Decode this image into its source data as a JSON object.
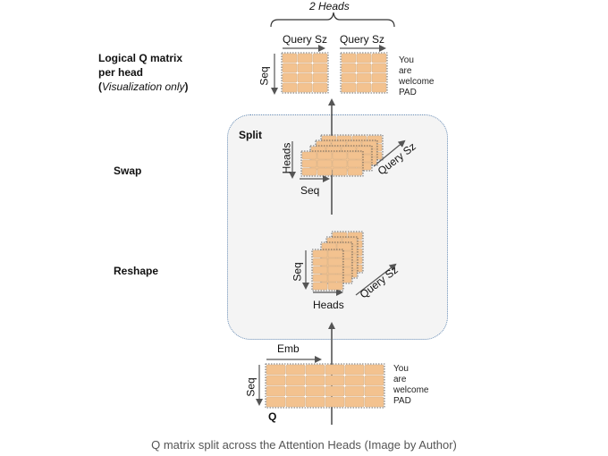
{
  "left_labels": {
    "logical_line1": "Logical Q matrix",
    "logical_line2": "per head",
    "logical_paren_open": "(",
    "logical_vis": "Visualization only",
    "logical_paren_close": ")",
    "swap": "Swap",
    "reshape": "Reshape"
  },
  "top": {
    "heads_label": "2 Heads",
    "query_sz_1": "Query Sz",
    "query_sz_2": "Query Sz",
    "seq": "Seq",
    "pad_lines": [
      "You",
      "are",
      "welcome",
      "PAD"
    ]
  },
  "split": {
    "title": "Split",
    "swap_heads": "Heads",
    "swap_seq": "Seq",
    "swap_query": "Query Sz",
    "reshape_seq": "Seq",
    "reshape_heads": "Heads",
    "reshape_query": "Query Sz"
  },
  "bottom": {
    "emb": "Emb",
    "seq": "Seq",
    "q": "Q",
    "pad_lines": [
      "You",
      "are",
      "welcome",
      "PAD"
    ]
  },
  "caption": "Q matrix split across the Attention Heads (Image by Author)",
  "colors": {
    "cell": "#f3c28f",
    "cell_border": "#d9b48c",
    "arrow": "#555555",
    "split_bg": "#f4f4f4",
    "split_border": "#6a8fb8"
  }
}
